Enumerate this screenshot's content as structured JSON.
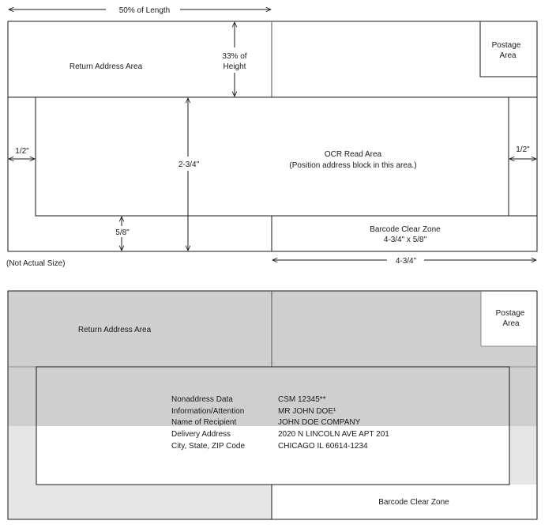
{
  "top_diagram": {
    "length_dim": "50% of Length",
    "return_address_label": "Return Address Area",
    "height_dim_line1": "33% of",
    "height_dim_line2": "Height",
    "postage_line1": "Postage",
    "postage_line2": "Area",
    "ocr_title": "OCR Read Area",
    "ocr_note": "(Position address block in this area.)",
    "left_margin": "1/2\"",
    "right_margin": "1/2\"",
    "ocr_height": "2-3/4\"",
    "bottom_margin": "5/8\"",
    "barcode_title": "Barcode Clear Zone",
    "barcode_size": "4-3/4\" x 5/8\"",
    "barcode_width": "4-3/4\"",
    "not_actual_size": "(Not Actual Size)"
  },
  "bottom_diagram": {
    "return_address_label": "Return Address Area",
    "postage_line1": "Postage",
    "postage_line2": "Area",
    "barcode_title": "Barcode Clear Zone",
    "address_rows": [
      {
        "label": "Nonaddress Data",
        "value": "CSM 12345**"
      },
      {
        "label": "Information/Attention",
        "value": "MR JOHN DOE¹"
      },
      {
        "label": "Name of Recipient",
        "value": "JOHN DOE COMPANY"
      },
      {
        "label": "Delivery Address",
        "value": "2020 N LINCOLN AVE  APT 201"
      },
      {
        "label": "City, State, ZIP Code",
        "value": "CHICAGO IL  60614-1234"
      }
    ]
  },
  "colors": {
    "line": "#1a1a1a",
    "shade_dark": "#cfcfcf",
    "shade_light": "#e6e6e6",
    "white": "#ffffff"
  }
}
